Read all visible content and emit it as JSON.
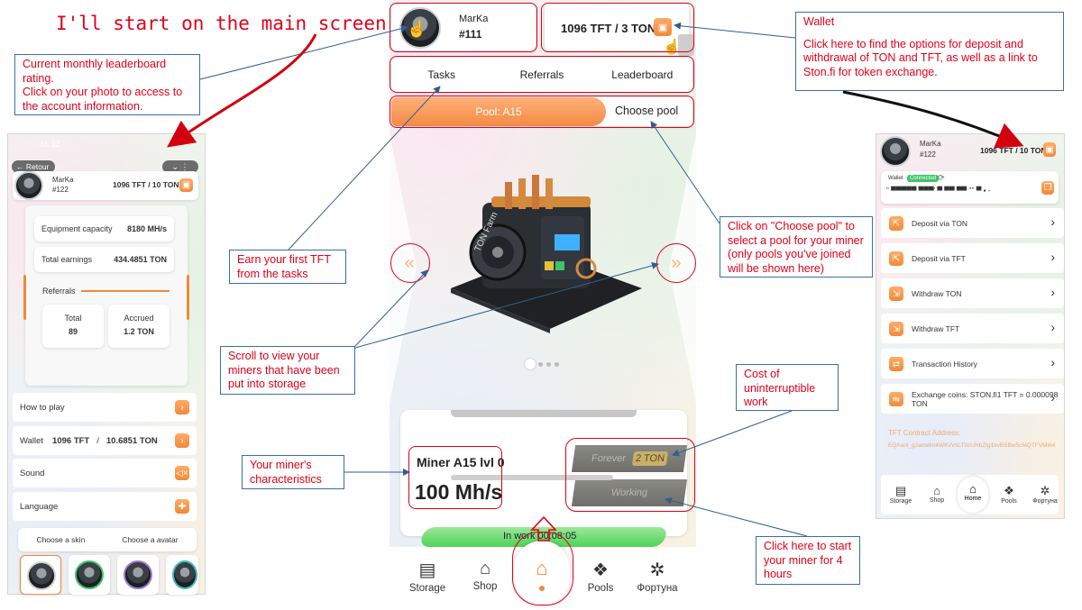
{
  "title": "I'll start on the main screen",
  "main": {
    "user_name": "MarKa",
    "user_rank": "#111",
    "balance": "1096 TFT / 3 TON",
    "tabs": [
      "Tasks",
      "Referrals",
      "Leaderboard"
    ],
    "pool_label": "Pool: A15",
    "choose_pool": "Choose pool",
    "miner_name": "Miner A15 lvl 0",
    "miner_speed": "100 Mh/s",
    "forever_label": "Forever",
    "forever_price": "2 TON",
    "working_label": "Working",
    "in_work": "In work 00:08:05",
    "nav": [
      "Storage",
      "Shop",
      "Pools",
      "Фортуна"
    ],
    "miner_logo": "TON Farm"
  },
  "left_phone": {
    "status_time": "16:32",
    "back": "Retour",
    "user_name": "MarKa",
    "user_rank": "#122",
    "balance": "1096 TFT / 10 TON",
    "stats": [
      {
        "label": "Equipment capacity",
        "value": "8180 MH/s"
      },
      {
        "label": "Total earnings",
        "value": "434.4851 TON"
      }
    ],
    "referrals_label": "Referrals",
    "total_label": "Total",
    "total_value": "89",
    "accrued_label": "Accrued",
    "accrued_value": "1.2 TON",
    "how_to_play": "How to play",
    "wallet_label": "Wallet",
    "wallet_tft": "1096 TFT",
    "wallet_sep": "/",
    "wallet_ton": "10.6851 TON",
    "sound": "Sound",
    "language": "Language",
    "choose_skin": "Choose a skin",
    "choose_avatar": "Choose a avatar"
  },
  "right_phone": {
    "user_name": "MarKa",
    "user_rank": "#122",
    "balance": "1096 TFT / 10 TON",
    "wallet_label": "Wallet",
    "connected": "Connected",
    "address_masked": "\" ▀▀▀▀▀  ▀▀▀' ▀  ▀▀ ▀▀  '''' ▀ ▪ -",
    "rows": [
      "Deposit via TON",
      "Deposit via TFT",
      "Withdraw TON",
      "Withdraw TFT",
      "Transaction History",
      "Exchange coins: STON.fi1 TFT = 0.000098 TON"
    ],
    "contract_label": "TFT Contract Address:",
    "contract_address": "EQAanl_g2anwfm4WKvVsLT3zUNbZtg1kvBSBw5cMQTFVMi64",
    "nav": [
      "Storage",
      "Shop",
      "Home",
      "Pools",
      "Фортуна"
    ]
  },
  "notes": {
    "leaderboard": "Current monthly leaderboard rating.\nClick on your photo to access to the account information.",
    "wallet_title": "Wallet",
    "wallet_body": "Click here to find the options for deposit and withdrawal of TON and TFT, as well as a link to Ston.fi for token exchange.",
    "tasks": "Earn your first TFT from the tasks",
    "choose_pool": "Click on \"Choose pool\" to select a pool for your miner (only pools you've joined will be shown here)",
    "scroll": "Scroll to view your miners that have been put into storage",
    "cost": "Cost of uninterruptible work",
    "characteristics": "Your miner's characteristics",
    "start": "Click here to start your miner for 4 hours"
  },
  "colors": {
    "accent": "#f08a3a",
    "annotation_red": "#e0001a",
    "note_border": "#3b6ea5",
    "green_bar": "#4fd356"
  }
}
